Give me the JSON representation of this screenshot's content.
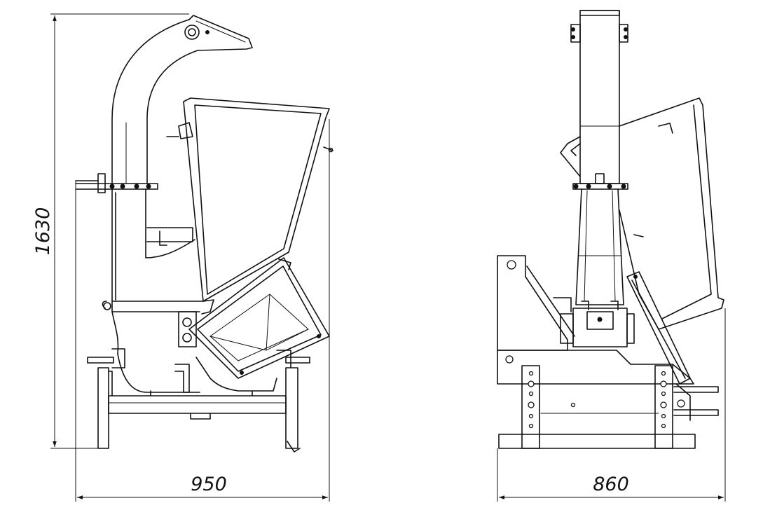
{
  "drawing": {
    "dimensions": {
      "height": "1630",
      "side_width": "950",
      "front_width": "860"
    }
  }
}
